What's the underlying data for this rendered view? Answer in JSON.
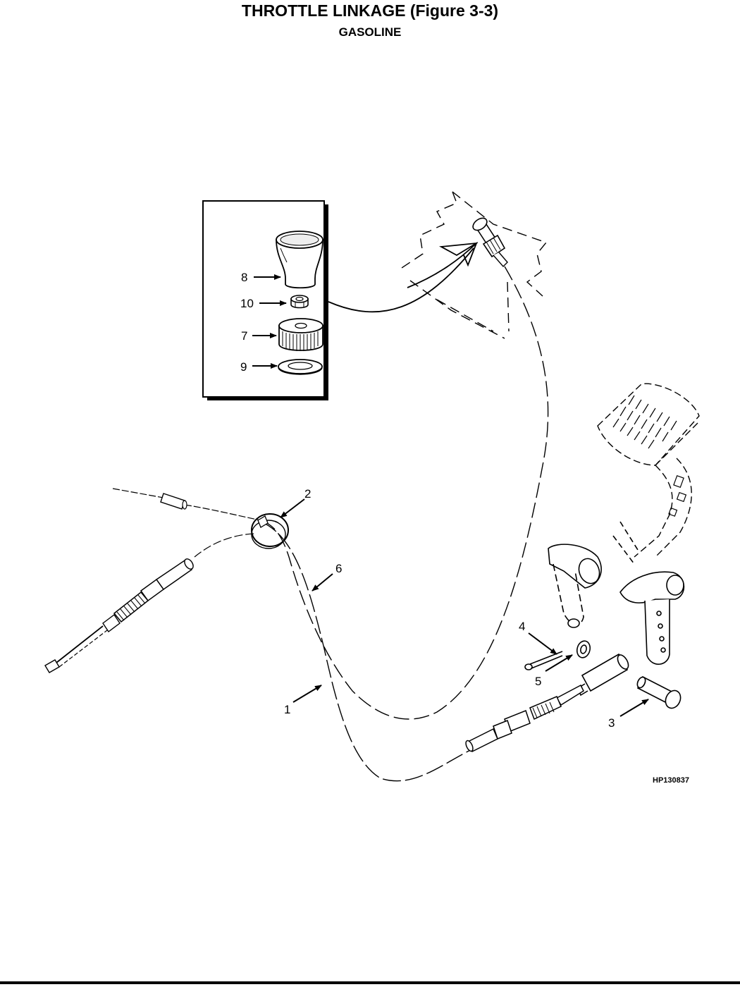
{
  "header": {
    "title": "THROTTLE LINKAGE (Figure 3-3)",
    "subtitle": "GASOLINE"
  },
  "diagram": {
    "figure_id": "HP130837",
    "callouts": {
      "c1": "1",
      "c2": "2",
      "c3": "3",
      "c4": "4",
      "c5": "5",
      "c6": "6",
      "c7": "7",
      "c8": "8",
      "c9": "9",
      "c10": "10"
    }
  }
}
